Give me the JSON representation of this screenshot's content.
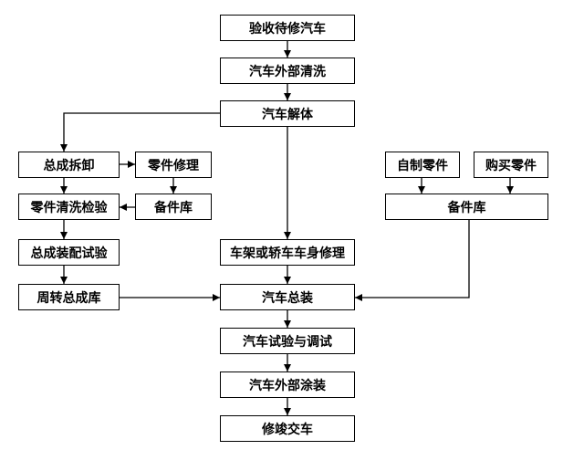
{
  "nodes": {
    "inspect": "验收待修汽车",
    "wash": "汽车外部清洗",
    "disassemble": "汽车解体",
    "assembly_removal": "总成拆卸",
    "part_repair": "零件修理",
    "part_clean_inspect": "零件清洗检验",
    "inventory_left": "备件库",
    "assembly_test": "总成装配试验",
    "turnover_store": "周转总成库",
    "frame_body_repair": "车架或轿车车身修理",
    "final_assembly": "汽车总装",
    "car_test": "汽车试验与调试",
    "exterior_paint": "汽车外部涂装",
    "delivery": "修竣交车",
    "self_made_parts": "自制零件",
    "purchased_parts": "购买零件",
    "inventory_right": "备件库"
  }
}
